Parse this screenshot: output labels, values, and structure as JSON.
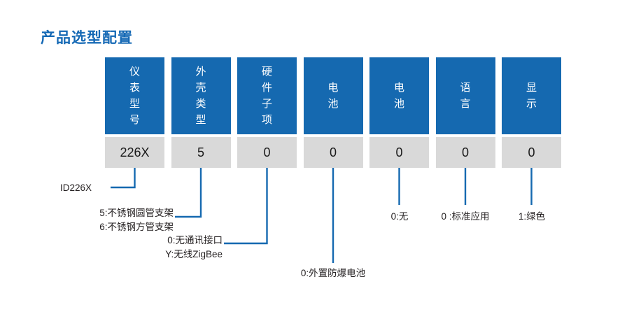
{
  "title": "产品选型配置",
  "colors": {
    "accent_blue": "#1569b0",
    "title_blue": "#1569b5",
    "value_gray": "#d9d9d9",
    "text_dark": "#231f20"
  },
  "selection_table": {
    "columns": [
      {
        "header": "仪表型号",
        "header_chars": [
          "仪",
          "表",
          "型",
          "号"
        ],
        "value": "226X"
      },
      {
        "header": "外壳类型",
        "header_chars": [
          "外",
          "壳",
          "类",
          "型"
        ],
        "value": "5"
      },
      {
        "header": "硬件子项",
        "header_chars": [
          "硬",
          "件",
          "子",
          "项"
        ],
        "value": "0"
      },
      {
        "header": "电池",
        "header_chars": [
          "电",
          "池"
        ],
        "value": "0"
      },
      {
        "header": "电池",
        "header_chars": [
          "电",
          "池"
        ],
        "value": "0"
      },
      {
        "header": "语言",
        "header_chars": [
          "语",
          "言"
        ],
        "value": "0"
      },
      {
        "header": "显示",
        "header_chars": [
          "显",
          "示"
        ],
        "value": "0"
      }
    ]
  },
  "callouts": [
    {
      "id": "model",
      "lines": [
        "ID226X"
      ]
    },
    {
      "id": "housing",
      "lines": [
        "5:不锈钢圆管支架",
        "6:不锈钢方管支架"
      ]
    },
    {
      "id": "hardware",
      "lines": [
        "0:无通讯接口",
        "Y:无线ZigBee"
      ]
    },
    {
      "id": "battery-1",
      "lines": [
        "0:外置防爆电池"
      ]
    },
    {
      "id": "battery-2",
      "lines": [
        "0:无"
      ]
    },
    {
      "id": "language",
      "lines": [
        "0 :标准应用"
      ]
    },
    {
      "id": "display",
      "lines": [
        "1:绿色"
      ]
    }
  ],
  "callout_text": {
    "model": "ID226X",
    "housing_line1": "5:不锈钢圆管支架",
    "housing_line2": "6:不锈钢方管支架",
    "hardware_line1": "0:无通讯接口",
    "hardware_line2": "Y:无线ZigBee",
    "battery_external": "0:外置防爆电池",
    "battery_none": "0:无",
    "language_standard": "0 :标准应用",
    "display_green": "1:绿色"
  }
}
